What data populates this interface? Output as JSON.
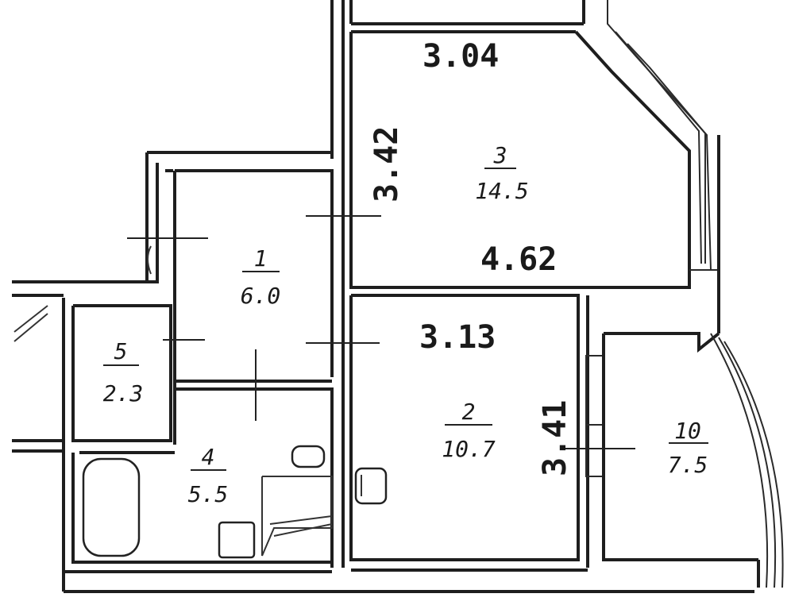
{
  "dimensions": {
    "room3_width_top": "3.04",
    "room3_height": "3.42",
    "room3_width_bottom": "4.62",
    "room2_width": "3.13",
    "room2_height": "3.41"
  },
  "rooms": [
    {
      "number": "1",
      "area": "6.0"
    },
    {
      "number": "2",
      "area": "10.7"
    },
    {
      "number": "3",
      "area": "14.5"
    },
    {
      "number": "4",
      "area": "5.5"
    },
    {
      "number": "5",
      "area": "2.3"
    },
    {
      "number": "10",
      "area": "7.5"
    }
  ],
  "colors": {
    "ink": "#1e1e1e",
    "paper": "#ffffff"
  }
}
